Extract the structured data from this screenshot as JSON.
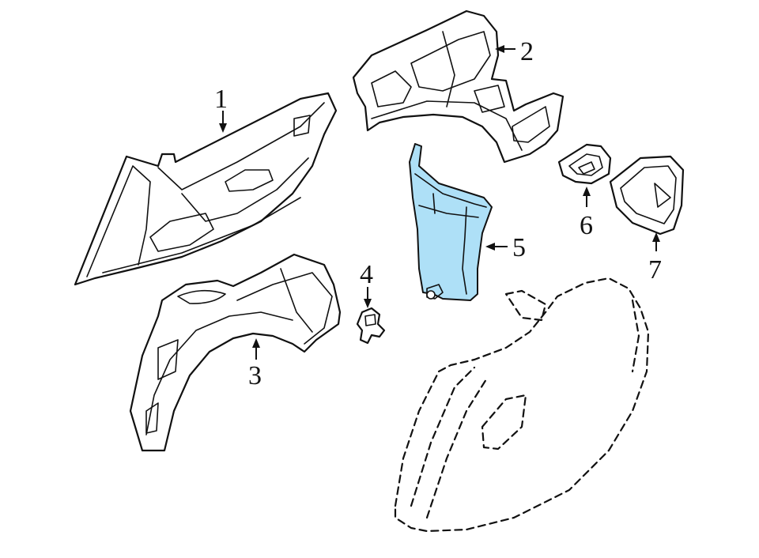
{
  "highlight_color": "#aee0f7",
  "line_color": "#111111",
  "background": "#ffffff",
  "callouts": [
    {
      "id": "1",
      "label": "1"
    },
    {
      "id": "2",
      "label": "2"
    },
    {
      "id": "3",
      "label": "3"
    },
    {
      "id": "4",
      "label": "4"
    },
    {
      "id": "5",
      "label": "5"
    },
    {
      "id": "6",
      "label": "6"
    },
    {
      "id": "7",
      "label": "7"
    }
  ],
  "highlighted_part": "5"
}
